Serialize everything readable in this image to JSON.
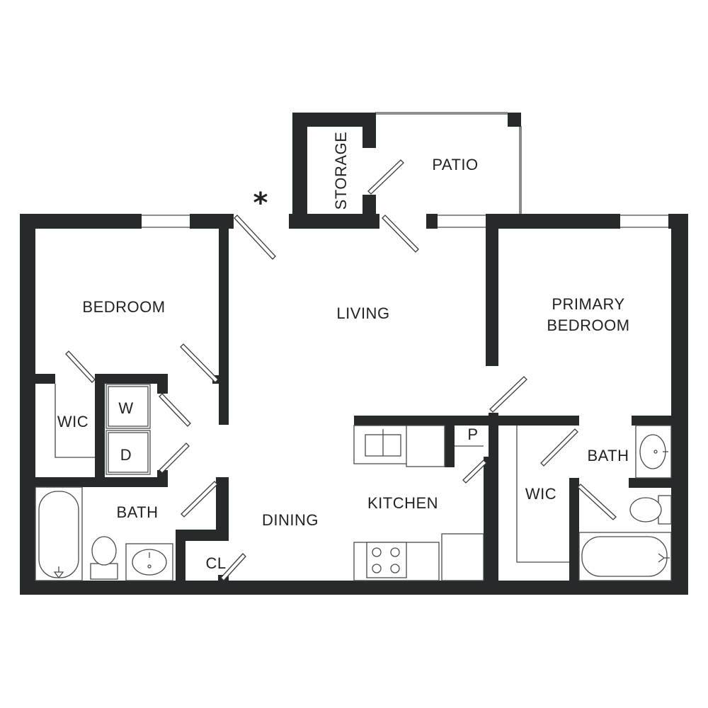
{
  "rooms": {
    "storage": "STORAGE",
    "patio": "PATIO",
    "bedroom": "BEDROOM",
    "living": "LIVING",
    "primary_bedroom_line1": "PRIMARY",
    "primary_bedroom_line2": "BEDROOM",
    "wic_left": "WIC",
    "washer": "W",
    "dryer": "D",
    "bath_left": "BATH",
    "dining": "DINING",
    "closet": "CL",
    "kitchen": "KITCHEN",
    "pantry": "P",
    "wic_right": "WIC",
    "bath_right": "BATH"
  },
  "entry_marker": "*",
  "colors": {
    "wall": "#262a2b",
    "line": "#4a4a4a",
    "background": "#ffffff"
  }
}
